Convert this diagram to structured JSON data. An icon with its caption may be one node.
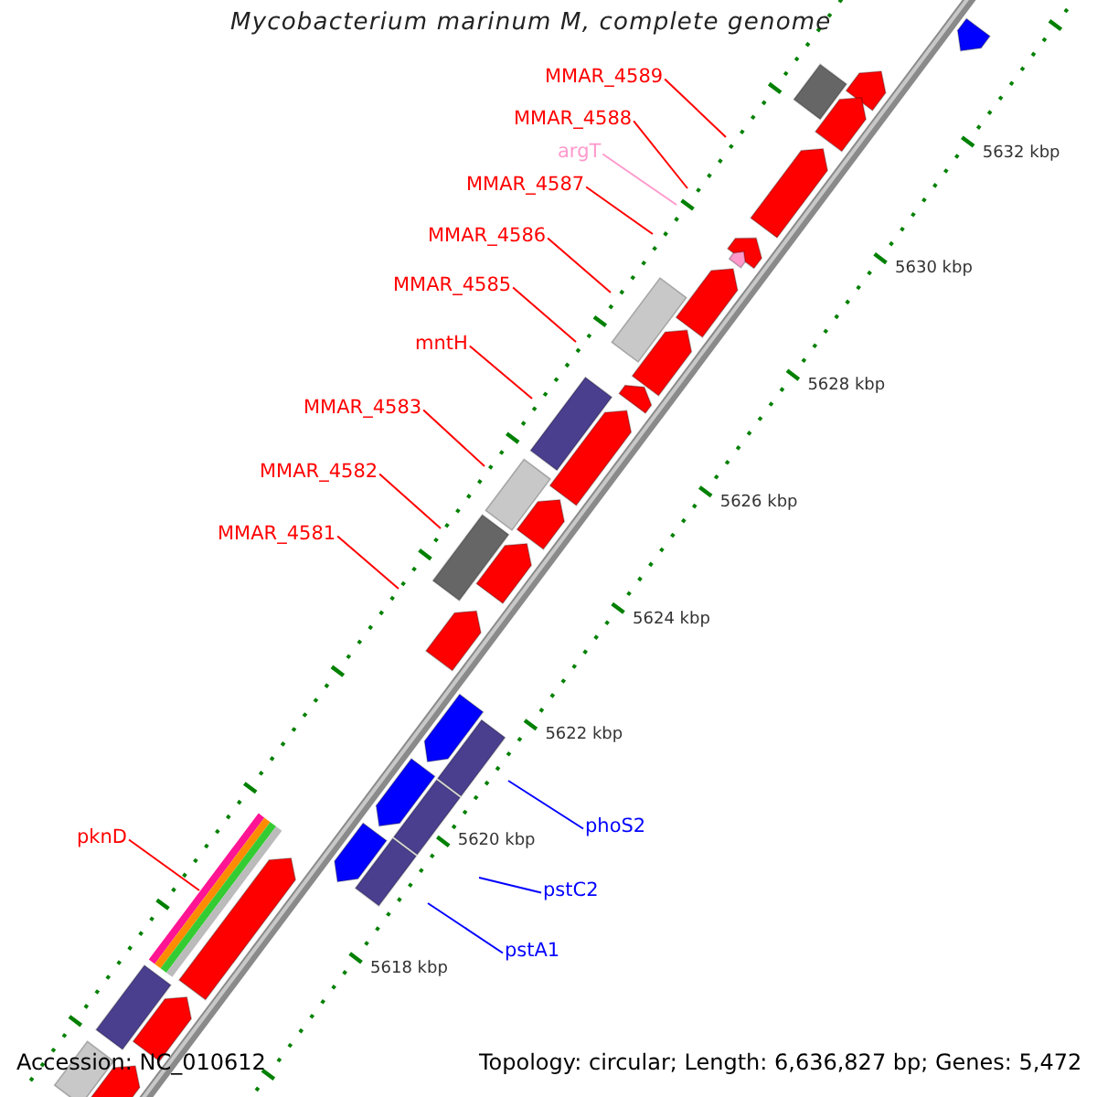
{
  "diagram": {
    "title": "Mycobacterium marinum M, complete genome",
    "nodes": [
      {
        "text": [
          "MMAR_4589"
        ]
      },
      {
        "text": [
          "MMAR_4588"
        ]
      },
      {
        "text": [
          "argT"
        ]
      },
      {
        "text": [
          "MMAR_4587"
        ]
      },
      {
        "text": [
          "MMAR_4586"
        ]
      },
      {
        "text": [
          "MMAR_4585"
        ]
      },
      {
        "text": [
          "mntH"
        ]
      },
      {
        "text": [
          "MMAR_4583"
        ]
      },
      {
        "text": [
          "MMAR_4582"
        ]
      },
      {
        "text": [
          "MMAR_4581"
        ]
      },
      {
        "text": [
          "phoS2"
        ]
      },
      {
        "text": [
          "pknD"
        ]
      },
      {
        "text": [
          "pstC2"
        ]
      },
      {
        "text": [
          "pstA1"
        ]
      }
    ],
    "edges": [
      {
        "from": 0,
        "to": null,
        "arrow": "none"
      },
      {
        "from": 1,
        "to": null,
        "arrow": "none"
      },
      {
        "from": 2,
        "to": null,
        "arrow": "none",
        "color": "#ff99cc"
      },
      {
        "from": 3,
        "to": null,
        "arrow": "none"
      },
      {
        "from": 4,
        "to": null,
        "arrow": "none"
      },
      {
        "from": 5,
        "to": null,
        "arrow": "none"
      },
      {
        "from": 6,
        "to": null,
        "arrow": "none"
      },
      {
        "from": 7,
        "to": null,
        "arrow": "none"
      },
      {
        "from": 8,
        "to": null,
        "arrow": "none"
      },
      {
        "from": 9,
        "to": null,
        "arrow": "none"
      },
      {
        "from": 10,
        "to": null,
        "arrow": "none",
        "color": "#0000ff"
      },
      {
        "from": 11,
        "to": null,
        "arrow": "none"
      },
      {
        "from": 12,
        "to": null,
        "arrow": "none",
        "color": "#0000ff"
      },
      {
        "from": 13,
        "to": null,
        "arrow": "none",
        "color": "#0000ff"
      }
    ],
    "labels": [
      "5632 kbp",
      "5630 kbp",
      "5628 kbp",
      "5626 kbp",
      "5624 kbp",
      "5622 kbp",
      "5620 kbp",
      "5618 kbp",
      "Accession: NC_010612",
      "Topology: circular; Length: 6,636,827 bp; Genes: 5,472"
    ]
  }
}
